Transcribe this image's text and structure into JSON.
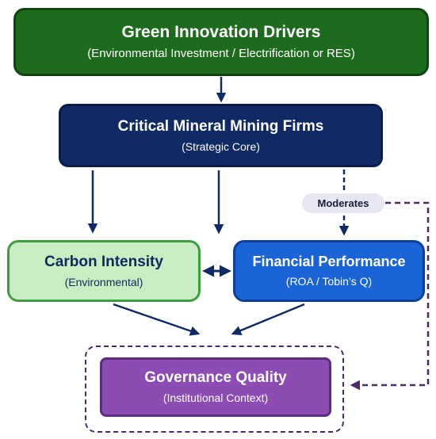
{
  "drivers": {
    "title": "Green Innovation Drivers",
    "subtitle": "(Environmental Investment / Electrification or RES)"
  },
  "mining": {
    "title": "Critical Mineral Mining Firms",
    "subtitle": "(Strategic Core)"
  },
  "carbon": {
    "title": "Carbon Intensity",
    "subtitle": "(Environmental)"
  },
  "financial": {
    "title": "Financial Performance",
    "subtitle": "(ROA / Tobin’s Q)"
  },
  "governance": {
    "title": "Governance Quality",
    "subtitle": "(Institutional Context)"
  },
  "moderates_label": "Moderates",
  "colors": {
    "drivers": "#1e6b1e",
    "mining": "#102a66",
    "carbon_fill": "#c9ecc3",
    "financial": "#1a64d8",
    "governance": "#8d4bb4",
    "arrows": "#102a66",
    "moderation_dashed": "#4a2a6b"
  }
}
